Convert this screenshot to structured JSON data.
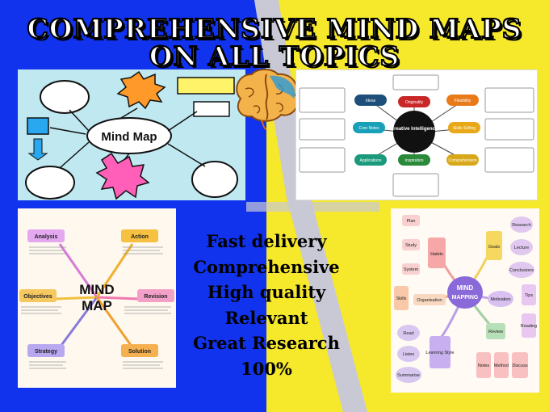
{
  "title": {
    "line1": "COMPREHENSIVE MIND MAPS",
    "line2": "ON ALL TOPICS"
  },
  "features": [
    "Fast delivery",
    "Comprehensive",
    "High quality",
    "Relevant",
    "Great Research",
    "100%"
  ],
  "panel1": {
    "center": "Mind Map"
  },
  "panel2": {
    "center": "Creative Intelligence",
    "nodes": [
      "Ideas",
      "Originality",
      "Flexibility",
      "Core Notes",
      "Skills Selling",
      "Applications",
      "Inspiration",
      "Comprehension"
    ]
  },
  "panel3": {
    "center_line1": "MIND",
    "center_line2": "MAP",
    "nodes": [
      "Analysis",
      "Action",
      "Objectives",
      "Revision",
      "Strategy",
      "Solution"
    ]
  },
  "panel4": {
    "center_line1": "MIND",
    "center_line2": "MAPPING",
    "nodes": [
      "Plan",
      "Study",
      "System",
      "Habits",
      "Goals",
      "Research",
      "Lecture",
      "Conclusions",
      "Skills",
      "Organisation",
      "Motivation",
      "Tips",
      "Reading",
      "Read",
      "Listen",
      "Summarise",
      "Learning Style",
      "Review",
      "Notes",
      "Method",
      "Discuss"
    ]
  },
  "colors": {
    "blue": "#1133ee",
    "yellow": "#f6e82a"
  }
}
